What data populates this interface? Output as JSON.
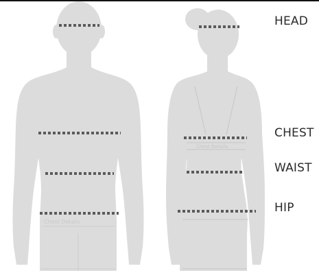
{
  "labels": {
    "head": "HEAD",
    "chest": "CHEST",
    "waist": "WAIST",
    "hip": "HIP"
  },
  "faint_watermark": "Chest Details",
  "colors": {
    "silhouette": "#dcdcdc",
    "silhouette_line": "#c9c9c9",
    "measure_line": "#5a5a5a",
    "label_text": "#2a2a2a",
    "background": "#ffffff"
  }
}
